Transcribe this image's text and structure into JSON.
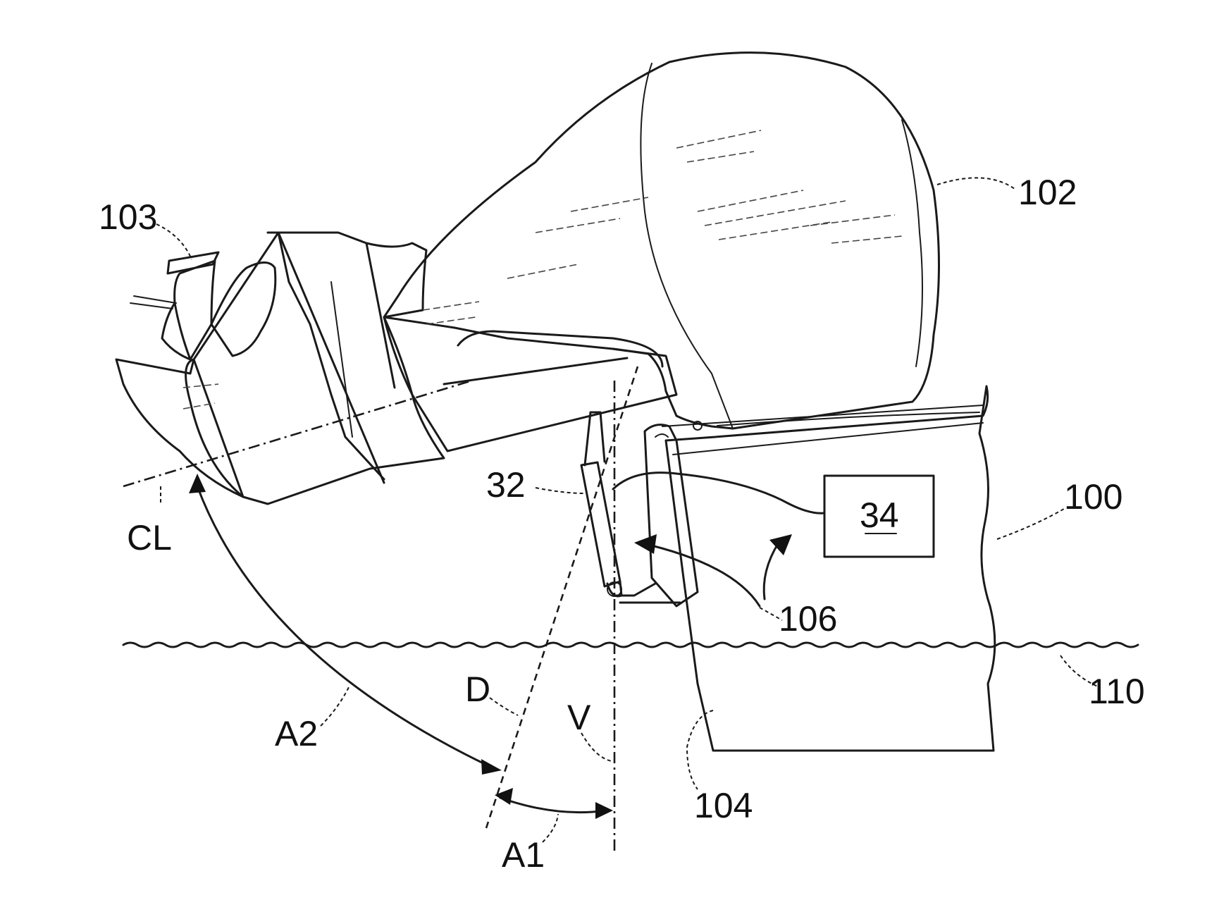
{
  "labels": {
    "n103": "103",
    "n102": "102",
    "n32": "32",
    "n34": "34",
    "n100": "100",
    "n106": "106",
    "n110": "110",
    "n104": "104",
    "cl": "CL",
    "a2": "A2",
    "a1": "A1",
    "d": "D",
    "v": "V"
  }
}
